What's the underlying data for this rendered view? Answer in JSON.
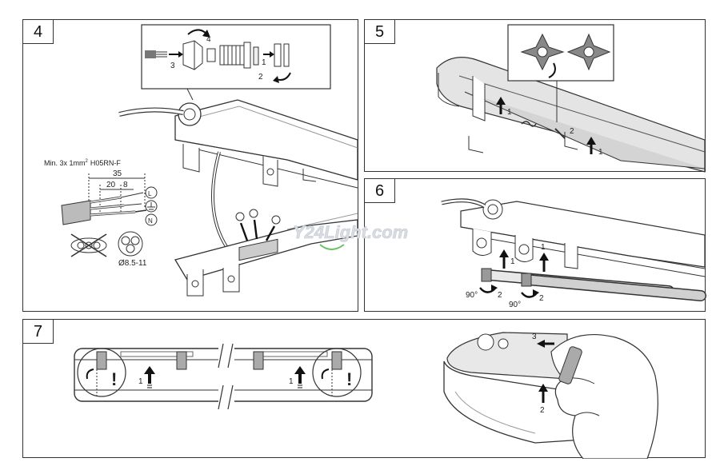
{
  "steps": {
    "s4": {
      "number": "4",
      "callouts": [
        "4",
        "3",
        "1",
        "2"
      ],
      "cable_spec": "Min. 3x 1mm",
      "cable_spec_sup": "2",
      "cable_type": "H05RN-F",
      "dims": [
        "35",
        "20",
        "8"
      ],
      "terminals": [
        "L",
        "N"
      ],
      "diameter": "Ø8.5-11"
    },
    "s5": {
      "number": "5",
      "callouts": [
        "1",
        "2",
        "1"
      ]
    },
    "s6": {
      "number": "6",
      "callouts": [
        "1",
        "1",
        "2",
        "2"
      ],
      "angles": [
        "90°",
        "90°"
      ]
    },
    "s7": {
      "number": "7",
      "callouts": [
        "1",
        "1",
        "3",
        "2"
      ],
      "warnings": [
        "!",
        "!"
      ]
    }
  },
  "watermark": "Y24Light.com",
  "colors": {
    "line": "#333333",
    "shade": "#d4d4d4",
    "background": "#ffffff"
  }
}
